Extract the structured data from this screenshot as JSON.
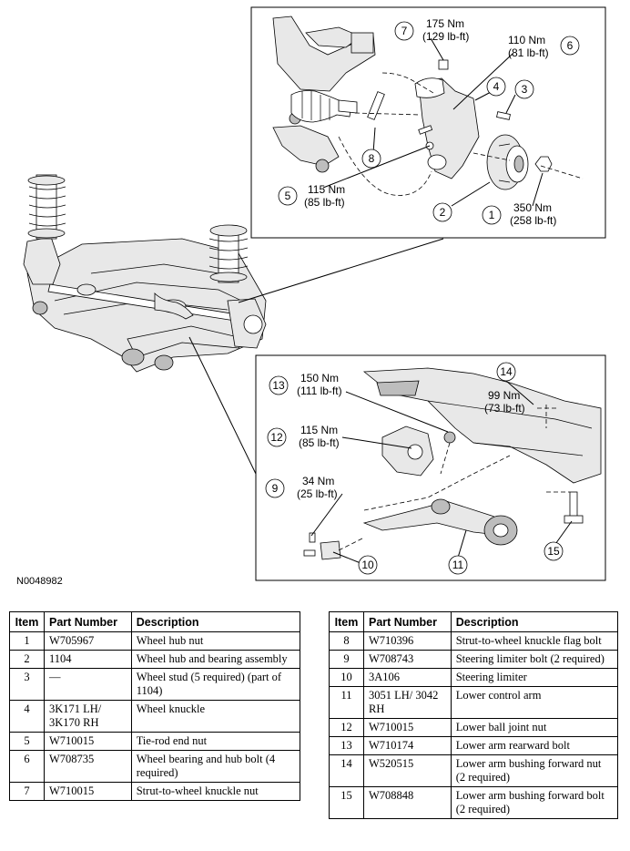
{
  "figure_code": "N0048982",
  "callouts": {
    "c1": {
      "num": "1",
      "torque_nm": "350 Nm",
      "torque_lbft": "(258 lb-ft)"
    },
    "c2": {
      "num": "2"
    },
    "c3": {
      "num": "3"
    },
    "c4": {
      "num": "4"
    },
    "c5": {
      "num": "5",
      "torque_nm": "115 Nm",
      "torque_lbft": "(85 lb-ft)"
    },
    "c6": {
      "num": "6",
      "torque_nm": "110 Nm",
      "torque_lbft": "(81 lb-ft)"
    },
    "c7": {
      "num": "7",
      "torque_nm": "175 Nm",
      "torque_lbft": "(129 lb-ft)"
    },
    "c8": {
      "num": "8"
    },
    "c9": {
      "num": "9",
      "torque_nm": "34 Nm",
      "torque_lbft": "(25 lb-ft)"
    },
    "c10": {
      "num": "10"
    },
    "c11": {
      "num": "11"
    },
    "c12": {
      "num": "12",
      "torque_nm": "115 Nm",
      "torque_lbft": "(85 lb-ft)"
    },
    "c13": {
      "num": "13",
      "torque_nm": "150 Nm",
      "torque_lbft": "(111 lb-ft)"
    },
    "c14": {
      "num": "14",
      "torque_nm": "99 Nm",
      "torque_lbft": "(73 lb-ft)"
    },
    "c15": {
      "num": "15"
    }
  },
  "table_headers": {
    "item": "Item",
    "part_number": "Part Number",
    "description": "Description"
  },
  "table_left": [
    {
      "item": "1",
      "part": "W705967",
      "desc": "Wheel hub nut"
    },
    {
      "item": "2",
      "part": "1104",
      "desc": "Wheel hub and bearing assembly"
    },
    {
      "item": "3",
      "part": "—",
      "desc": "Wheel stud (5 required) (part of 1104)"
    },
    {
      "item": "4",
      "part": "3K171 LH/ 3K170 RH",
      "desc": "Wheel knuckle"
    },
    {
      "item": "5",
      "part": "W710015",
      "desc": "Tie-rod end nut"
    },
    {
      "item": "6",
      "part": "W708735",
      "desc": "Wheel bearing and hub bolt (4 required)"
    },
    {
      "item": "7",
      "part": "W710015",
      "desc": "Strut-to-wheel knuckle nut"
    }
  ],
  "table_right": [
    {
      "item": "8",
      "part": "W710396",
      "desc": "Strut-to-wheel knuckle flag bolt"
    },
    {
      "item": "9",
      "part": "W708743",
      "desc": "Steering limiter bolt (2 required)"
    },
    {
      "item": "10",
      "part": "3A106",
      "desc": "Steering limiter"
    },
    {
      "item": "11",
      "part": "3051 LH/ 3042 RH",
      "desc": "Lower control arm"
    },
    {
      "item": "12",
      "part": "W710015",
      "desc": "Lower ball joint nut"
    },
    {
      "item": "13",
      "part": "W710174",
      "desc": "Lower arm rearward bolt"
    },
    {
      "item": "14",
      "part": "W520515",
      "desc": "Lower arm bushing forward nut (2 required)"
    },
    {
      "item": "15",
      "part": "W708848",
      "desc": "Lower arm bushing forward bolt (2 required)"
    }
  ]
}
